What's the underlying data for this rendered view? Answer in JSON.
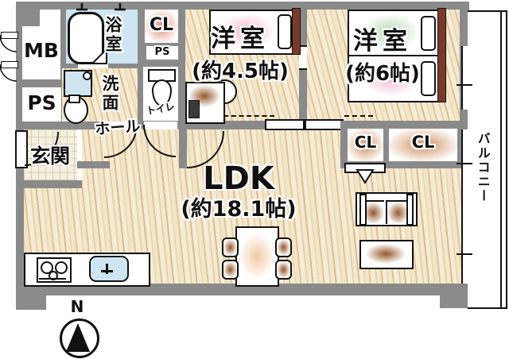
{
  "labels": {
    "mb": "MB",
    "ps_shaft": "PS",
    "bathroom": "浴室",
    "closet_top": "CL",
    "ps_shaft_2": "PS",
    "washroom": "洗面",
    "toilet": "トイレ",
    "entrance": "玄関",
    "hall": "ホール",
    "bedroom1_name": "洋室",
    "bedroom1_size": "(約4.5帖)",
    "bedroom2_name": "洋室",
    "bedroom2_size": "(約6帖)",
    "ldk_name": "LDK",
    "ldk_size": "(約18.1帖)",
    "closet_small": "CL",
    "closet_large": "CL",
    "balcony": "バルコニー",
    "compass_north": "N"
  },
  "colors": {
    "wall": "#8a8a8a",
    "wood_light": "#f6ecd6",
    "wood_dark": "#dfc49a",
    "bath_floor": "#cfe6f2",
    "closet_glow_red": "#dd7863",
    "closet_glow_orange": "#c06a2d",
    "bed_glow_pink": "#f0a8c4",
    "bed_glow_green": "#a8d4a0",
    "furniture_glow_brown": "#8a4513",
    "headboard": "#7a3a2b"
  }
}
